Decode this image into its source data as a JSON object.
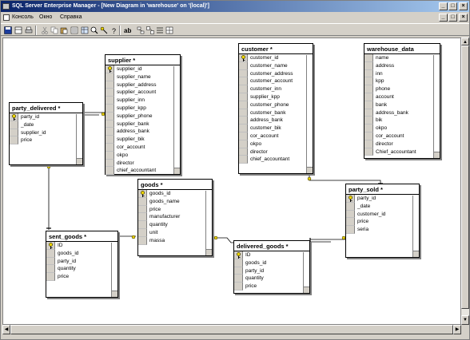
{
  "window": {
    "title": "SQL Server Enterprise Manager - [New Diagram in 'warehouse' on '(local)']",
    "controls": {
      "minimize": "_",
      "restore": "□",
      "close": "×"
    }
  },
  "menu": {
    "items": [
      "Консоль",
      "Окно",
      "Справка"
    ]
  },
  "doc_controls": {
    "minimize": "_",
    "restore": "□",
    "close": "×"
  },
  "toolbar": {
    "icons": [
      "save-icon",
      "new-table-icon",
      "print-icon",
      "cut-icon",
      "copy-icon",
      "paste-icon",
      "properties-icon",
      "zoom-icon",
      "table-icon",
      "key-icon",
      "question-icon",
      "label-icon",
      "layout-icon",
      "relationship-icon",
      "arrange-icon",
      "grid-icon"
    ]
  },
  "colors": {
    "title_start": "#0a246a",
    "title_end": "#a6caf0",
    "key": "#e8d000",
    "line": "#000000"
  },
  "tables": [
    {
      "id": "supplier",
      "name": "supplier *",
      "key_rows": [
        0
      ],
      "columns": [
        "supplier_id",
        "supplier_name",
        "supplier_address",
        "supplier_account",
        "supplier_inn",
        "supplier_kpp",
        "supplier_phone",
        "supplier_bank",
        "address_bank",
        "supplier_bik",
        "cor_account",
        "okpo",
        "director",
        "chief_accountant"
      ]
    },
    {
      "id": "customer",
      "name": "customer *",
      "key_rows": [
        0
      ],
      "columns": [
        "customer_id",
        "customer_name",
        "customer_address",
        "customer_account",
        "customer_inn",
        "supplier_kpp",
        "customer_phone",
        "customer_bank",
        "address_bank",
        "customer_bik",
        "cor_account",
        "okpo",
        "director",
        "chief_accountant"
      ]
    },
    {
      "id": "warehouse_data",
      "name": "warehouse_data",
      "key_rows": [],
      "columns": [
        "name",
        "address",
        "inn",
        "kpp",
        "phone",
        "account",
        "bank",
        "address_bank",
        "bik",
        "okpo",
        "cor_account",
        "director",
        "Chief_accountant"
      ]
    },
    {
      "id": "party_delivered",
      "name": "party_delivered *",
      "key_rows": [
        0
      ],
      "columns": [
        "party_id",
        "_date",
        "supplier_id",
        "price"
      ]
    },
    {
      "id": "goods",
      "name": "goods *",
      "key_rows": [
        0
      ],
      "columns": [
        "goods_id",
        "goods_name",
        "price",
        "manufacturer",
        "quantity",
        "unit",
        "massa"
      ]
    },
    {
      "id": "party_sold",
      "name": "party_sold *",
      "key_rows": [
        0
      ],
      "columns": [
        "party_id",
        "_date",
        "customer_id",
        "price",
        "seria"
      ]
    },
    {
      "id": "sent_goods",
      "name": "sent_goods *",
      "key_rows": [
        0
      ],
      "columns": [
        "ID",
        "goods_id",
        "party_id",
        "quantity",
        "price"
      ]
    },
    {
      "id": "delivered_goods",
      "name": "delivered_goods *",
      "key_rows": [
        0
      ],
      "columns": [
        "ID",
        "goods_id",
        "party_id",
        "quantity",
        "price"
      ]
    }
  ]
}
